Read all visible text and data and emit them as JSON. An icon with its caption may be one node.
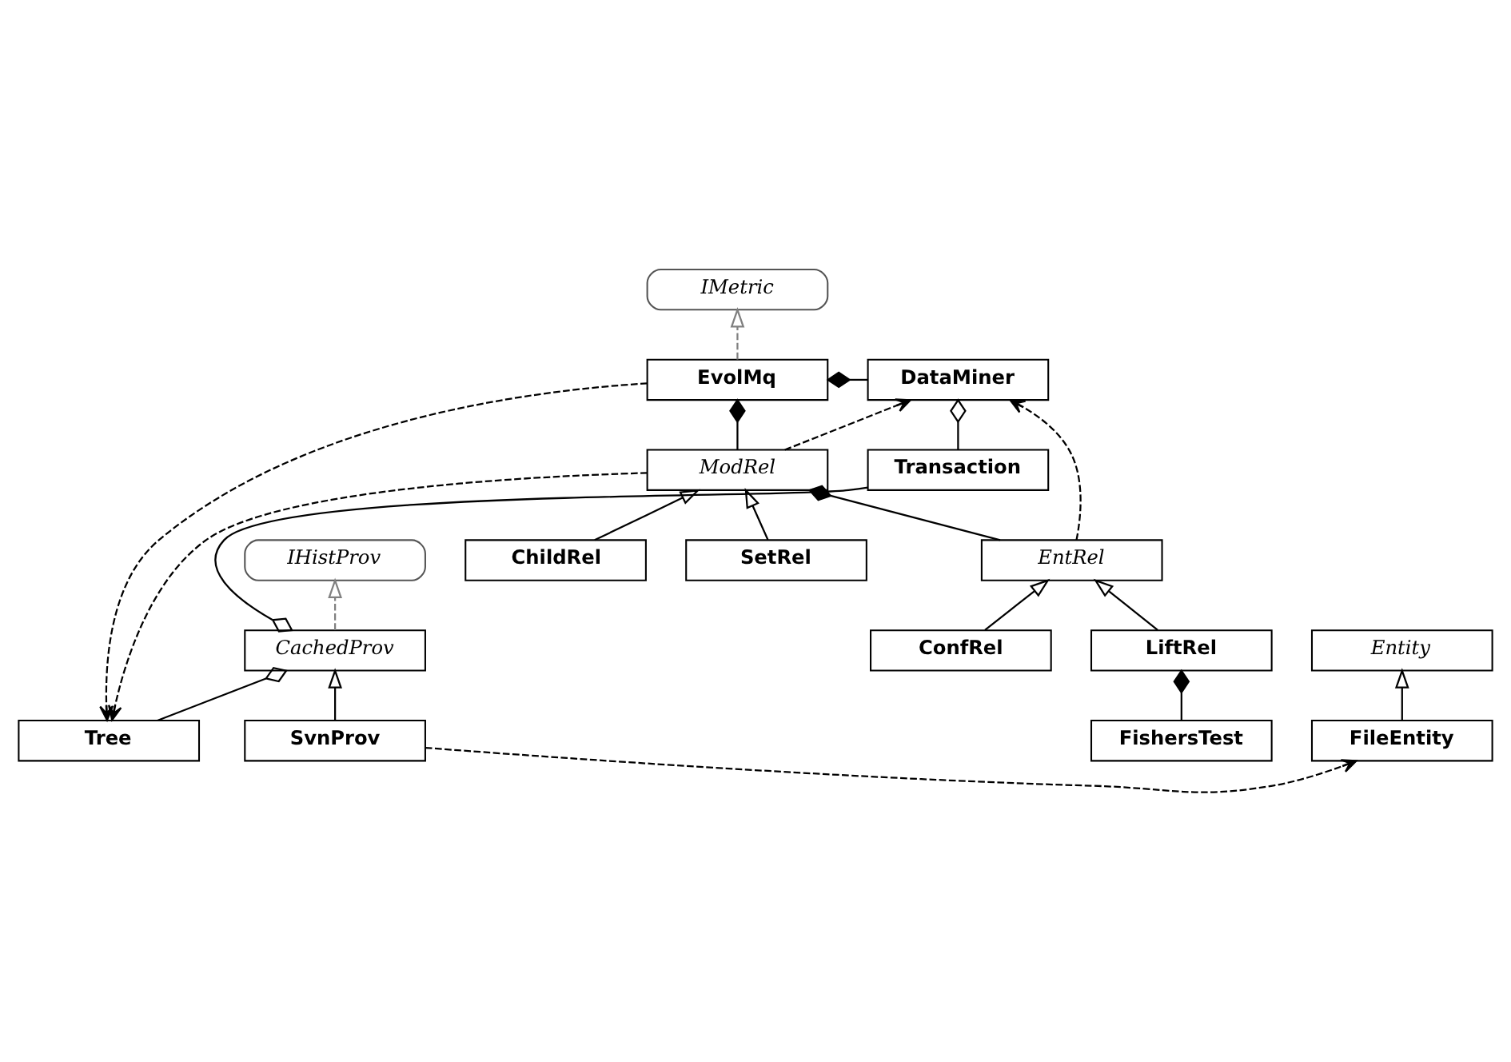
{
  "diagram": {
    "nodes": [
      {
        "text": [
          "IMetric"
        ]
      },
      {
        "text": [
          "DataMiner"
        ]
      },
      {
        "text": [
          "EvolMq"
        ]
      },
      {
        "text": [
          "ModRel"
        ]
      },
      {
        "text": [
          "EntRel"
        ]
      },
      {
        "text": [
          "Transaction"
        ]
      },
      {
        "text": [
          "ChildRel"
        ]
      },
      {
        "text": [
          "SetRel"
        ]
      },
      {
        "text": [
          "ConfRel"
        ]
      },
      {
        "text": [
          "LiftRel"
        ]
      },
      {
        "text": [
          "IHistProv"
        ]
      },
      {
        "text": [
          "Tree"
        ]
      },
      {
        "text": [
          "CachedProv"
        ]
      },
      {
        "text": [
          "FishersTest"
        ]
      },
      {
        "text": [
          "Entity"
        ]
      },
      {
        "text": [
          "SvnProv"
        ]
      },
      {
        "text": [
          "FileEntity"
        ]
      }
    ],
    "edges": [
      {
        "from": 5,
        "to": 1,
        "arrow": "other"
      },
      {
        "from": 5,
        "to": 12,
        "arrow": "other"
      },
      {
        "from": 2,
        "to": 0,
        "arrow": "to",
        "style": "dashed",
        "color": "#808080"
      },
      {
        "from": 1,
        "to": 2,
        "arrow": "other"
      },
      {
        "from": 3,
        "to": 1,
        "arrow": "to",
        "style": "dashed"
      },
      {
        "from": 4,
        "to": 1,
        "arrow": "to",
        "style": "dashed"
      },
      {
        "from": 3,
        "to": 2,
        "arrow": "other"
      },
      {
        "from": 4,
        "to": 3,
        "arrow": "other"
      },
      {
        "from": 6,
        "to": 3,
        "arrow": "to"
      },
      {
        "from": 7,
        "to": 3,
        "arrow": "to"
      },
      {
        "from": 8,
        "to": 4,
        "arrow": "to"
      },
      {
        "from": 9,
        "to": 4,
        "arrow": "to"
      },
      {
        "from": 13,
        "to": 9,
        "arrow": "other"
      },
      {
        "from": 2,
        "to": 11,
        "arrow": "to",
        "style": "dashed"
      },
      {
        "from": 3,
        "to": 11,
        "arrow": "to",
        "style": "dashed"
      },
      {
        "from": 11,
        "to": 12,
        "arrow": "other"
      },
      {
        "from": 12,
        "to": 10,
        "arrow": "to",
        "style": "dashed",
        "color": "#808080"
      },
      {
        "from": 15,
        "to": 12,
        "arrow": "to"
      },
      {
        "from": 15,
        "to": 16,
        "arrow": "to",
        "style": "dashed"
      },
      {
        "from": 16,
        "to": 14,
        "arrow": "to"
      }
    ]
  }
}
